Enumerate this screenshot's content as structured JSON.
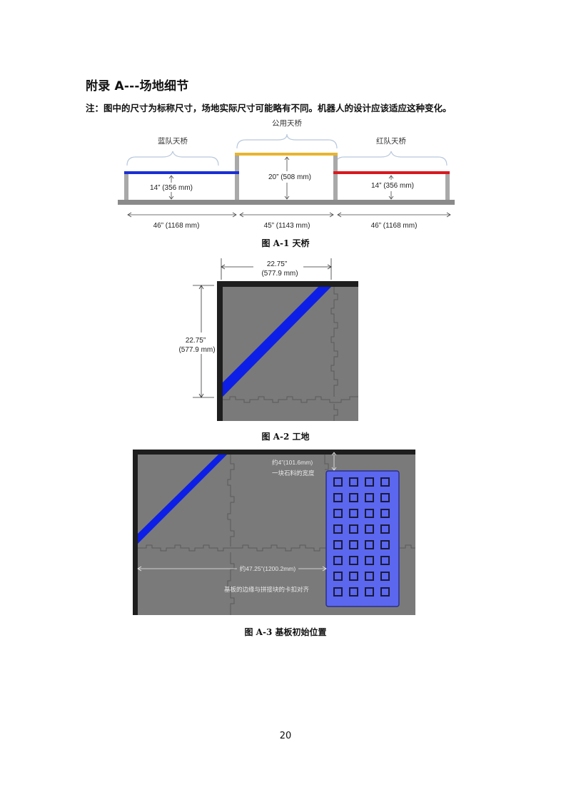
{
  "heading": "附录 A---场地细节",
  "note": "注：图中的尺寸为标称尺寸，场地实际尺寸可能略有不同。机器人的设计应该适应这种变化。",
  "figure1": {
    "caption": "图 A-1  天桥",
    "labels": {
      "blue_bridge": "蓝队天桥",
      "shared_bridge": "公用天桥",
      "red_bridge": "红队天桥",
      "blue_height": "14” (356 mm)",
      "shared_height": "20” (508 mm)",
      "red_height": "14” (356 mm)",
      "blue_width": "46” (1168 mm)",
      "shared_width": "45” (1143 mm)",
      "red_width": "46” (1168 mm)"
    },
    "colors": {
      "blue": "#1b2fd6",
      "yellow": "#e8b430",
      "red": "#d8191f",
      "post": "#a9a9a9",
      "base": "#8a8a8a"
    }
  },
  "figure2": {
    "caption": "图 A-2  工地",
    "width_label_1": "22.75”",
    "width_label_2": "(577.9 mm)",
    "height_label_1": "22.75”",
    "height_label_2": "(577.9 mm)",
    "colors": {
      "field": "#7a7a7a",
      "tape": "#0d1fe6",
      "wall": "#1e1e1e"
    }
  },
  "figure3": {
    "caption": "图 A-3  基板初始位置",
    "label_offset_1": "约4”(101.6mm)",
    "label_offset_2": "一块石料的宽度",
    "label_distance": "约47.25”(1200.2mm)",
    "label_align": "基板的边缘与拼接块的卡扣对齐",
    "colors": {
      "plate": "#5b67ee",
      "plate_hole": "#1a1a3a"
    }
  },
  "page_number": "20"
}
